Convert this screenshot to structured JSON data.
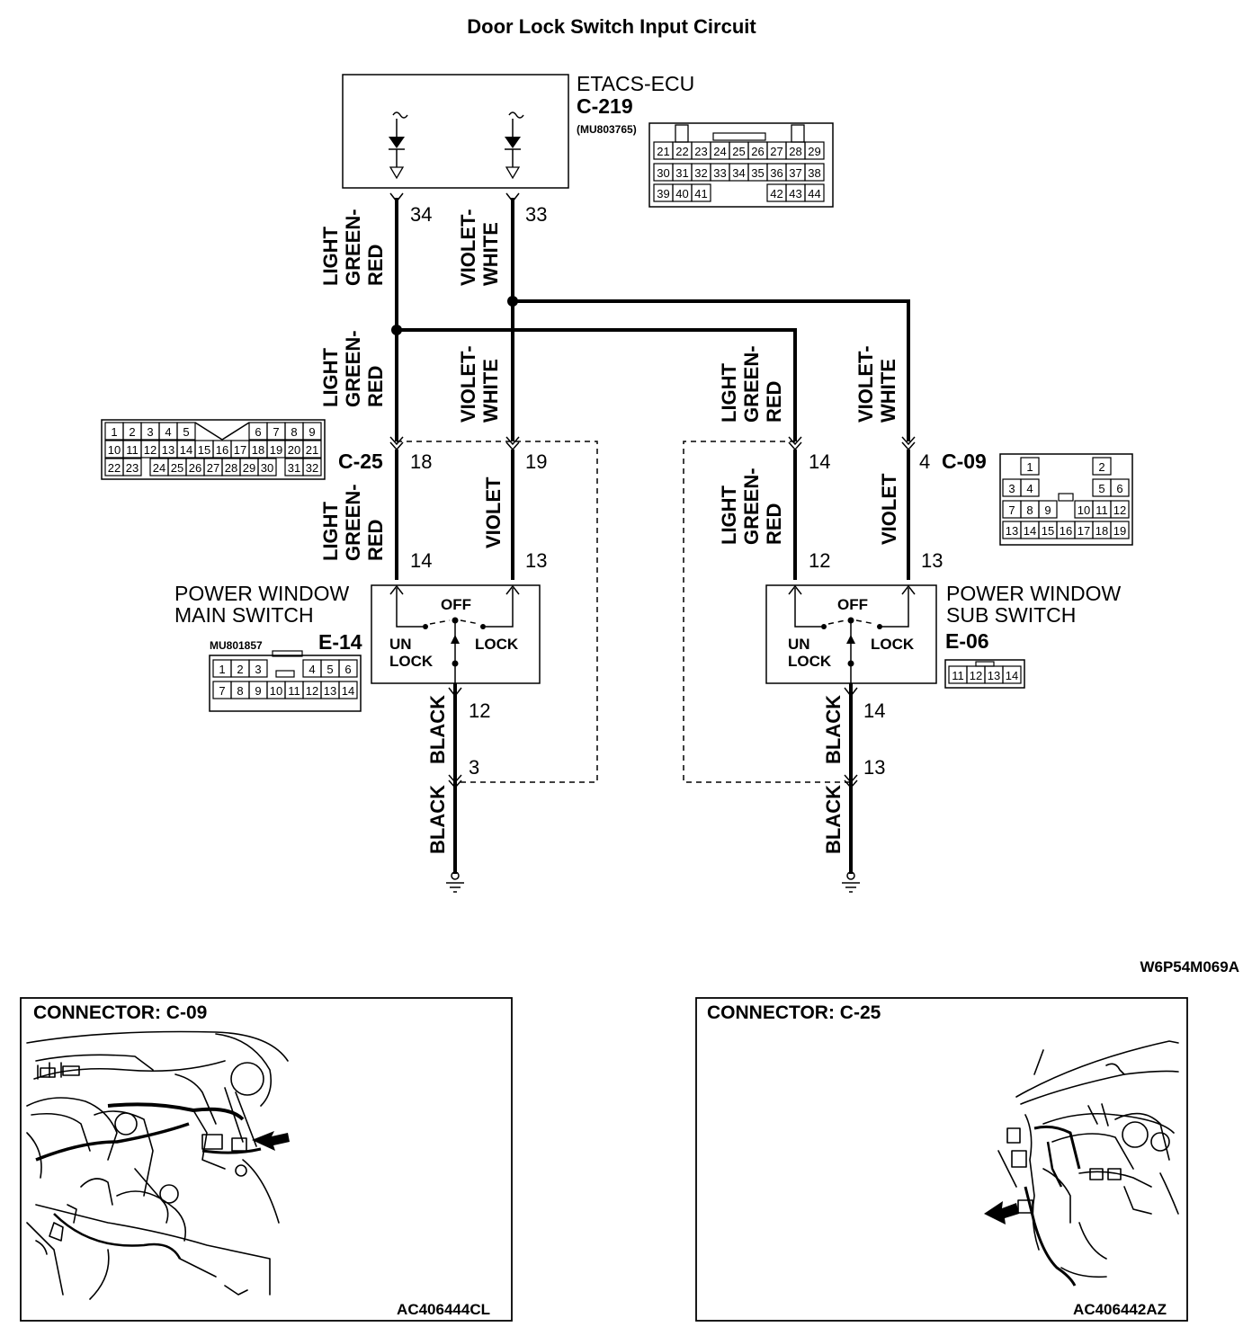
{
  "title": "Door Lock Switch Input Circuit",
  "ecu": {
    "name": "ETACS-ECU",
    "code": "C-219",
    "part": "(MU803765)",
    "pins": [
      "34",
      "33"
    ],
    "grid_rows": [
      [
        "21",
        "22",
        "23",
        "24",
        "25",
        "26",
        "27",
        "28",
        "29"
      ],
      [
        "30",
        "31",
        "32",
        "33",
        "34",
        "35",
        "36",
        "37",
        "38"
      ],
      [
        "39",
        "40",
        "41",
        "42",
        "43",
        "44"
      ]
    ]
  },
  "wires": {
    "lg_red": [
      "LIGHT",
      "GREEN-",
      "RED"
    ],
    "violet_white": [
      "VIOLET-",
      "WHITE"
    ],
    "violet": "VIOLET",
    "black": "BLACK"
  },
  "c25": {
    "code": "C-25",
    "pins": [
      "18",
      "19"
    ],
    "grid_rows": [
      [
        "1",
        "2",
        "3",
        "4",
        "5",
        "6",
        "7",
        "8",
        "9"
      ],
      [
        "10",
        "11",
        "12",
        "13",
        "14",
        "15",
        "16",
        "17",
        "18",
        "19",
        "20",
        "21"
      ],
      [
        "22",
        "23",
        "24",
        "25",
        "26",
        "27",
        "28",
        "29",
        "30",
        "31",
        "32"
      ]
    ]
  },
  "c09": {
    "code": "C-09",
    "pins": [
      "14",
      "4"
    ],
    "grid_rows": [
      [
        "1",
        "2"
      ],
      [
        "3",
        "4",
        "5",
        "6"
      ],
      [
        "7",
        "8",
        "9",
        "10",
        "11",
        "12"
      ],
      [
        "13",
        "14",
        "15",
        "16",
        "17",
        "18",
        "19"
      ]
    ]
  },
  "main_switch": {
    "name_line1": "POWER WINDOW",
    "name_line2": "MAIN SWITCH",
    "code": "E-14",
    "part": "MU801857",
    "pins_top": [
      "14",
      "13"
    ],
    "pin_bottom": "12",
    "ground_pin": "3",
    "off": "OFF",
    "unlock1": "UN",
    "unlock2": "LOCK",
    "lock": "LOCK",
    "grid_rows": [
      [
        "1",
        "2",
        "3",
        "4",
        "5",
        "6"
      ],
      [
        "7",
        "8",
        "9",
        "10",
        "11",
        "12",
        "13",
        "14"
      ]
    ]
  },
  "sub_switch": {
    "name_line1": "POWER WINDOW",
    "name_line2": "SUB SWITCH",
    "code": "E-06",
    "pins_top": [
      "12",
      "13"
    ],
    "pin_bottom": "14",
    "ground_pin": "13",
    "off": "OFF",
    "unlock1": "UN",
    "unlock2": "LOCK",
    "lock": "LOCK",
    "grid_rows": [
      [
        "11",
        "12",
        "13",
        "14"
      ]
    ]
  },
  "diagram_ref": "W6P54M069A",
  "panels": [
    {
      "title": "CONNECTOR: C-09",
      "ref": "AC406444CL"
    },
    {
      "title": "CONNECTOR: C-25",
      "ref": "AC406442AZ"
    }
  ]
}
